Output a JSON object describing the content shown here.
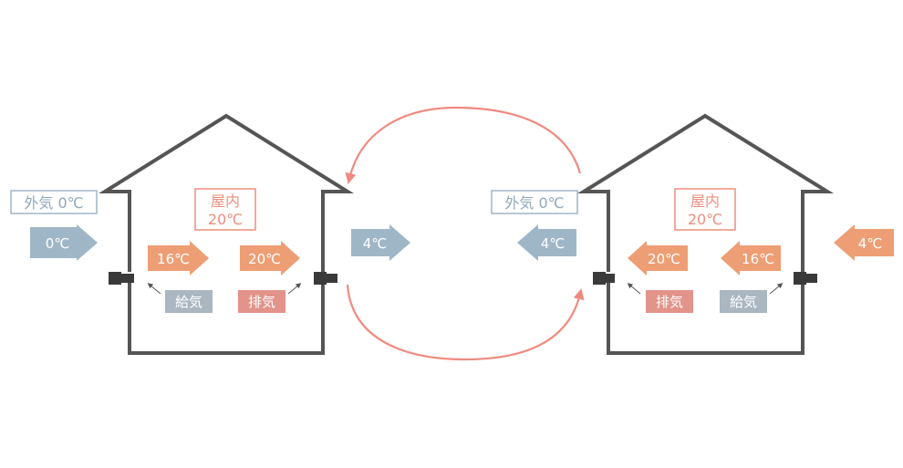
{
  "colors": {
    "house_outline": "#555555",
    "blue_arrow": "#9fb6c7",
    "orange_arrow": "#ee9e74",
    "cycle_arrow": "#f08a80",
    "outdoor_box_border": "#9fb6c7",
    "outdoor_box_text": "#8fa8ba",
    "indoor_box_border": "#ee8e7e",
    "indoor_box_text": "#ee8e7e",
    "supply_tag": "#aab6c0",
    "exhaust_tag": "#e2938a",
    "vent_unit": "#3a3a3a",
    "small_arrow": "#555555",
    "arrow_text": "#ffffff"
  },
  "left_house": {
    "outdoor_label": "外気 0℃",
    "indoor_label_line1": "屋内",
    "indoor_label_line2": "20℃",
    "outside_in_arrow": "0℃",
    "inner_arrow_1": "16℃",
    "inner_arrow_2": "20℃",
    "outside_out_arrow": "4℃",
    "supply_tag": "給気",
    "exhaust_tag": "排気"
  },
  "right_house": {
    "outdoor_label": "外気 0℃",
    "indoor_label_line1": "屋内",
    "indoor_label_line2": "20℃",
    "outside_out_arrow": "4℃",
    "inner_arrow_1": "20℃",
    "inner_arrow_2": "16℃",
    "outside_in_arrow": "4℃",
    "exhaust_tag": "排気",
    "supply_tag": "給気"
  }
}
